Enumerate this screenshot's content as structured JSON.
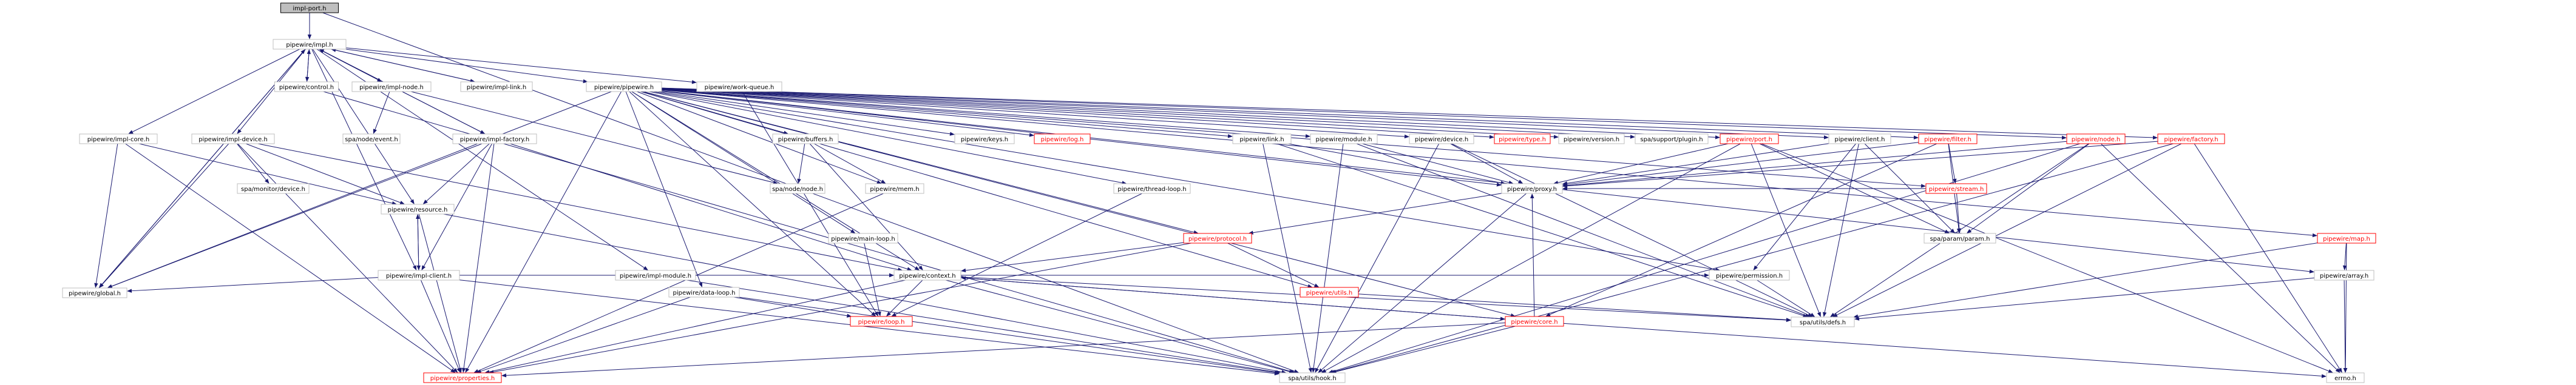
{
  "colors": {
    "edge": "#191970",
    "node_border": "#bfbfbf",
    "node_fill": "#ffffff",
    "root_fill": "#bfbfbf",
    "root_border": "#000000",
    "text": "#000000",
    "undocumented_border": "#ff0000",
    "undocumented_text": "#ff0000"
  },
  "nodes": [
    {
      "id": "impl-port",
      "label": "impl-port.h",
      "root": true
    },
    {
      "id": "impl",
      "label": "pipewire/impl.h"
    },
    {
      "id": "pipewire",
      "label": "pipewire/pipewire.h"
    },
    {
      "id": "impl-core",
      "label": "pipewire/impl-core.h"
    },
    {
      "id": "impl-device",
      "label": "pipewire/impl-device.h"
    },
    {
      "id": "control",
      "label": "pipewire/control.h"
    },
    {
      "id": "impl-node",
      "label": "pipewire/impl-node.h"
    },
    {
      "id": "impl-factory",
      "label": "pipewire/impl-factory.h"
    },
    {
      "id": "impl-link",
      "label": "pipewire/impl-link.h"
    },
    {
      "id": "impl-module",
      "label": "pipewire/impl-module.h"
    },
    {
      "id": "work-queue",
      "label": "pipewire/work-queue.h"
    },
    {
      "id": "spa-event",
      "label": "spa/node/event.h"
    },
    {
      "id": "spa-monitor-device",
      "label": "spa/monitor/device.h"
    },
    {
      "id": "spa-node",
      "label": "spa/node/node.h"
    },
    {
      "id": "resource",
      "label": "pipewire/resource.h"
    },
    {
      "id": "impl-client",
      "label": "pipewire/impl-client.h"
    },
    {
      "id": "global",
      "label": "pipewire/global.h"
    },
    {
      "id": "buffers",
      "label": "pipewire/buffers.h"
    },
    {
      "id": "mem",
      "label": "pipewire/mem.h"
    },
    {
      "id": "keys",
      "label": "pipewire/keys.h"
    },
    {
      "id": "log",
      "label": "pipewire/log.h",
      "undocumented": true
    },
    {
      "id": "link",
      "label": "pipewire/link.h"
    },
    {
      "id": "module",
      "label": "pipewire/module.h"
    },
    {
      "id": "device",
      "label": "pipewire/device.h"
    },
    {
      "id": "type",
      "label": "pipewire/type.h",
      "undocumented": true
    },
    {
      "id": "version",
      "label": "pipewire/version.h"
    },
    {
      "id": "plugin",
      "label": "spa/support/plugin.h"
    },
    {
      "id": "port",
      "label": "pipewire/port.h",
      "undocumented": true
    },
    {
      "id": "client",
      "label": "pipewire/client.h"
    },
    {
      "id": "filter",
      "label": "pipewire/filter.h",
      "undocumented": true
    },
    {
      "id": "node",
      "label": "pipewire/node.h",
      "undocumented": true
    },
    {
      "id": "factory",
      "label": "pipewire/factory.h",
      "undocumented": true
    },
    {
      "id": "proxy",
      "label": "pipewire/proxy.h"
    },
    {
      "id": "stream",
      "label": "pipewire/stream.h",
      "undocumented": true
    },
    {
      "id": "thread-loop",
      "label": "pipewire/thread-loop.h"
    },
    {
      "id": "main-loop",
      "label": "pipewire/main-loop.h"
    },
    {
      "id": "data-loop",
      "label": "pipewire/data-loop.h"
    },
    {
      "id": "protocol",
      "label": "pipewire/protocol.h",
      "undocumented": true
    },
    {
      "id": "context",
      "label": "pipewire/context.h"
    },
    {
      "id": "utils",
      "label": "pipewire/utils.h",
      "undocumented": true
    },
    {
      "id": "permission",
      "label": "pipewire/permission.h"
    },
    {
      "id": "param",
      "label": "spa/param/param.h"
    },
    {
      "id": "map",
      "label": "pipewire/map.h",
      "undocumented": true
    },
    {
      "id": "array",
      "label": "pipewire/array.h"
    },
    {
      "id": "loop",
      "label": "pipewire/loop.h",
      "undocumented": true
    },
    {
      "id": "core",
      "label": "pipewire/core.h",
      "undocumented": true
    },
    {
      "id": "defs",
      "label": "spa/utils/defs.h"
    },
    {
      "id": "properties",
      "label": "pipewire/properties.h",
      "undocumented": true
    },
    {
      "id": "hook",
      "label": "spa/utils/hook.h"
    },
    {
      "id": "errno",
      "label": "errno.h"
    }
  ],
  "edges": [
    [
      "impl-port",
      "impl"
    ],
    [
      "impl-port",
      "hook"
    ],
    [
      "impl",
      "control"
    ],
    [
      "impl",
      "impl-core"
    ],
    [
      "impl",
      "impl-device"
    ],
    [
      "impl",
      "impl-node"
    ],
    [
      "impl",
      "impl-factory"
    ],
    [
      "impl",
      "impl-link"
    ],
    [
      "impl",
      "impl-module"
    ],
    [
      "impl",
      "work-queue"
    ],
    [
      "impl",
      "pipewire"
    ],
    [
      "impl",
      "global"
    ],
    [
      "impl",
      "resource"
    ],
    [
      "impl",
      "impl-client"
    ],
    [
      "control",
      "impl"
    ],
    [
      "control",
      "hook"
    ],
    [
      "impl-node",
      "impl"
    ],
    [
      "impl-node",
      "spa-event"
    ],
    [
      "impl-node",
      "spa-node"
    ],
    [
      "impl-link",
      "impl"
    ],
    [
      "impl-factory",
      "impl"
    ],
    [
      "impl-factory",
      "global"
    ],
    [
      "impl-factory",
      "resource"
    ],
    [
      "impl-factory",
      "impl-client"
    ],
    [
      "impl-factory",
      "properties"
    ],
    [
      "impl-factory",
      "context"
    ],
    [
      "impl-core",
      "global"
    ],
    [
      "impl-core",
      "resource"
    ],
    [
      "impl-core",
      "properties"
    ],
    [
      "impl-device",
      "spa-monitor-device"
    ],
    [
      "impl-device",
      "global"
    ],
    [
      "impl-device",
      "resource"
    ],
    [
      "impl-device",
      "properties"
    ],
    [
      "impl-device",
      "context"
    ],
    [
      "impl-module",
      "context"
    ],
    [
      "impl-module",
      "hook"
    ],
    [
      "work-queue",
      "loop"
    ],
    [
      "resource",
      "impl-client"
    ],
    [
      "resource",
      "hook"
    ],
    [
      "resource",
      "properties"
    ],
    [
      "impl-client",
      "resource"
    ],
    [
      "impl-client",
      "global"
    ],
    [
      "impl-client",
      "context"
    ],
    [
      "impl-client",
      "permission"
    ],
    [
      "impl-client",
      "properties"
    ],
    [
      "impl-client",
      "hook"
    ],
    [
      "global",
      "impl"
    ],
    [
      "pipewire",
      "buffers"
    ],
    [
      "pipewire",
      "keys"
    ],
    [
      "pipewire",
      "log"
    ],
    [
      "pipewire",
      "link"
    ],
    [
      "pipewire",
      "module"
    ],
    [
      "pipewire",
      "device"
    ],
    [
      "pipewire",
      "type"
    ],
    [
      "pipewire",
      "version"
    ],
    [
      "pipewire",
      "plugin"
    ],
    [
      "pipewire",
      "port"
    ],
    [
      "pipewire",
      "client"
    ],
    [
      "pipewire",
      "filter"
    ],
    [
      "pipewire",
      "node"
    ],
    [
      "pipewire",
      "factory"
    ],
    [
      "pipewire",
      "proxy"
    ],
    [
      "pipewire",
      "stream"
    ],
    [
      "pipewire",
      "thread-loop"
    ],
    [
      "pipewire",
      "main-loop"
    ],
    [
      "pipewire",
      "data-loop"
    ],
    [
      "pipewire",
      "protocol"
    ],
    [
      "pipewire",
      "context"
    ],
    [
      "pipewire",
      "utils"
    ],
    [
      "pipewire",
      "permission"
    ],
    [
      "pipewire",
      "map"
    ],
    [
      "pipewire",
      "array"
    ],
    [
      "pipewire",
      "loop"
    ],
    [
      "pipewire",
      "core"
    ],
    [
      "pipewire",
      "mem"
    ],
    [
      "pipewire",
      "global"
    ],
    [
      "pipewire",
      "properties"
    ],
    [
      "buffers",
      "spa-node"
    ],
    [
      "buffers",
      "mem"
    ],
    [
      "buffers",
      "context"
    ],
    [
      "mem",
      "properties"
    ],
    [
      "link",
      "proxy"
    ],
    [
      "link",
      "hook"
    ],
    [
      "link",
      "defs"
    ],
    [
      "module",
      "proxy"
    ],
    [
      "module",
      "hook"
    ],
    [
      "module",
      "defs"
    ],
    [
      "device",
      "proxy"
    ],
    [
      "device",
      "hook"
    ],
    [
      "device",
      "defs"
    ],
    [
      "port",
      "proxy"
    ],
    [
      "port",
      "param"
    ],
    [
      "port",
      "defs"
    ],
    [
      "port",
      "hook"
    ],
    [
      "port",
      "errno"
    ],
    [
      "client",
      "proxy"
    ],
    [
      "client",
      "param"
    ],
    [
      "client",
      "permission"
    ],
    [
      "client",
      "defs"
    ],
    [
      "filter",
      "proxy"
    ],
    [
      "filter",
      "core"
    ],
    [
      "filter",
      "stream"
    ],
    [
      "filter",
      "param"
    ],
    [
      "node",
      "proxy"
    ],
    [
      "node",
      "param"
    ],
    [
      "node",
      "defs"
    ],
    [
      "node",
      "hook"
    ],
    [
      "node",
      "errno"
    ],
    [
      "factory",
      "proxy"
    ],
    [
      "factory",
      "defs"
    ],
    [
      "factory",
      "hook"
    ],
    [
      "factory",
      "errno"
    ],
    [
      "stream",
      "param"
    ],
    [
      "stream",
      "proxy"
    ],
    [
      "proxy",
      "protocol"
    ],
    [
      "proxy",
      "hook"
    ],
    [
      "protocol",
      "context"
    ],
    [
      "protocol",
      "utils"
    ],
    [
      "protocol",
      "properties"
    ],
    [
      "thread-loop",
      "loop"
    ],
    [
      "main-loop",
      "loop"
    ],
    [
      "data-loop",
      "loop"
    ],
    [
      "data-loop",
      "hook"
    ],
    [
      "data-loop",
      "properties"
    ],
    [
      "context",
      "core"
    ],
    [
      "context",
      "loop"
    ],
    [
      "context",
      "properties"
    ],
    [
      "context",
      "hook"
    ],
    [
      "context",
      "defs"
    ],
    [
      "core",
      "context"
    ],
    [
      "core",
      "proxy"
    ],
    [
      "core",
      "properties"
    ],
    [
      "core",
      "errno"
    ],
    [
      "core",
      "hook"
    ],
    [
      "utils",
      "defs"
    ],
    [
      "permission",
      "defs"
    ],
    [
      "map",
      "array"
    ],
    [
      "map",
      "defs"
    ],
    [
      "map",
      "errno"
    ],
    [
      "array",
      "errno"
    ],
    [
      "array",
      "defs"
    ]
  ]
}
